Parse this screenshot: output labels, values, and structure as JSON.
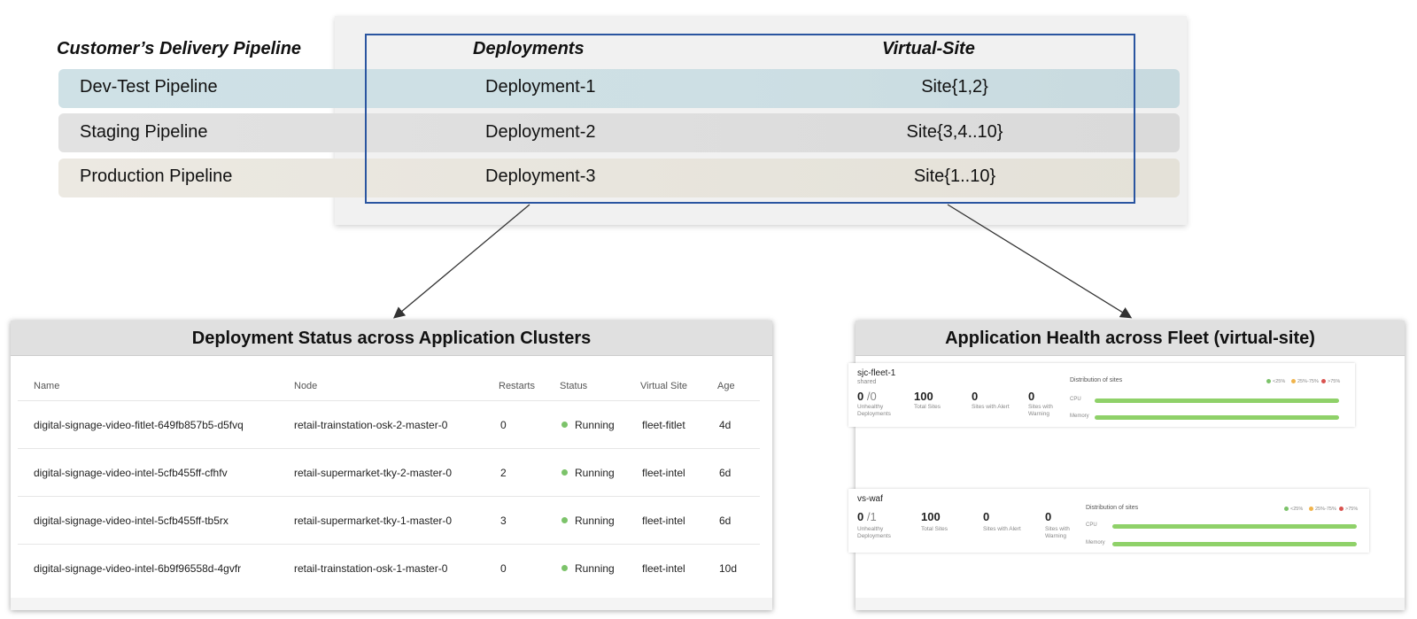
{
  "pipeline": {
    "title": "Customer’s Delivery Pipeline",
    "col_deployments": "Deployments",
    "col_virtual_site": "Virtual-Site",
    "rows": [
      {
        "label": "Dev-Test Pipeline",
        "deployment": "Deployment-1",
        "site": "Site{1,2}"
      },
      {
        "label": "Staging Pipeline",
        "deployment": "Deployment-2",
        "site": "Site{3,4..10}"
      },
      {
        "label": "Production Pipeline",
        "deployment": "Deployment-3",
        "site": "Site{1..10}"
      }
    ]
  },
  "deploy_status": {
    "title": "Deployment Status across Application Clusters",
    "headers": [
      "Name",
      "Node",
      "Restarts",
      "Status",
      "Virtual Site",
      "Age"
    ],
    "rows": [
      [
        "digital-signage-video-fitlet-649fb857b5-d5fvq",
        "retail-trainstation-osk-2-master-0",
        "0",
        "Running",
        "fleet-fitlet",
        "4d"
      ],
      [
        "digital-signage-video-intel-5cfb455ff-cfhfv",
        "retail-supermarket-tky-2-master-0",
        "2",
        "Running",
        "fleet-intel",
        "6d"
      ],
      [
        "digital-signage-video-intel-5cfb455ff-tb5rx",
        "retail-supermarket-tky-1-master-0",
        "3",
        "Running",
        "fleet-intel",
        "6d"
      ],
      [
        "digital-signage-video-intel-6b9f96558d-4gvfr",
        "retail-trainstation-osk-1-master-0",
        "0",
        "Running",
        "fleet-intel",
        "10d"
      ]
    ],
    "status_color": "#7cc36a"
  },
  "fleet_health": {
    "title": "Application Health across Fleet (virtual-site)",
    "panels": [
      {
        "name": "sjc-fleet-1",
        "sub": "shared",
        "unhealthy": "0",
        "unhealthy_total": "/0",
        "unhealthy_label": "Unhealthy Deployments",
        "total_sites": "100",
        "total_sites_label": "Total Sites",
        "alert": "0",
        "alert_label": "Sites with Alert",
        "warning": "0",
        "warning_label": "Sites with Warning",
        "dist_title": "Distribution of sites",
        "cpu_label": "CPU",
        "memory_label": "Memory",
        "legend": [
          "<25%",
          "25%-75%",
          ">75%"
        ]
      },
      {
        "name": "vs-waf",
        "sub": "",
        "unhealthy": "0",
        "unhealthy_total": "/1",
        "unhealthy_label": "Unhealthy Deployments",
        "total_sites": "100",
        "total_sites_label": "Total Sites",
        "alert": "0",
        "alert_label": "Sites with Alert",
        "warning": "0",
        "warning_label": "Sites with Warning",
        "dist_title": "Distribution of sites",
        "cpu_label": "CPU",
        "memory_label": "Memory",
        "legend": [
          "<25%",
          "25%-75%",
          ">75%"
        ]
      }
    ],
    "legend_colors": [
      "#7cc36a",
      "#f0b44c",
      "#d9534f"
    ],
    "bar_color": "#8fd169"
  }
}
